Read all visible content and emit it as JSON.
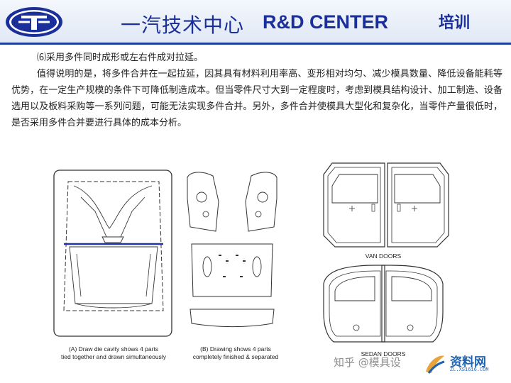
{
  "header": {
    "title_cn": "一汽技术中心",
    "title_en": "R&D CENTER",
    "badge": "培训"
  },
  "body": {
    "item_label": "⑹采用多件同时成形或左右件成对拉延。",
    "paragraph": "值得说明的是，将多件合并在一起拉延，因其具有材料利用率高、变形相对均匀、减少模具数量、降低设备能耗等优势，在一定生产规模的条件下可降低制造成本。但当零件尺寸大到一定程度时，考虑到模具结构设计、加工制造、设备选用以及板料采购等一系列问题，可能无法实现多件合并。另外，多件合并使模具大型化和复杂化，当零件产量很低时，是否采用多件合并要进行具体的成本分析。"
  },
  "figures": {
    "a_caption_line1": "(A) Draw die cavity shows 4 parts",
    "a_caption_line2": "tied together and drawn simultaneously",
    "b_caption_line1": "(B) Drawing shows 4 parts",
    "b_caption_line2": "completely finished & separated",
    "van_label": "VAN DOORS",
    "sedan_label": "SEDAN DOORS"
  },
  "watermarks": {
    "zhihu": "知乎 @模具设",
    "site_name": "资料网",
    "site_url": "ZL.XS1616.COM"
  },
  "colors": {
    "brand_blue": "#1a2f99",
    "drawing_blue": "#2233aa"
  }
}
